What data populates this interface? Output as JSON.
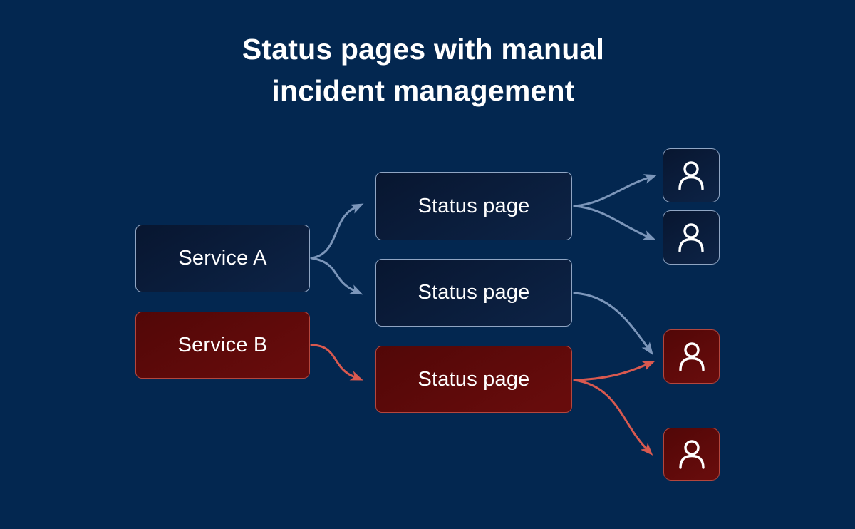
{
  "title": {
    "line1": "Status pages with manual",
    "line2": "incident management"
  },
  "diagram": {
    "services": [
      {
        "label": "Service A",
        "status": "operational"
      },
      {
        "label": "Service B",
        "status": "incident"
      }
    ],
    "status_pages": [
      {
        "label": "Status page",
        "status": "operational"
      },
      {
        "label": "Status page",
        "status": "operational"
      },
      {
        "label": "Status page",
        "status": "incident"
      }
    ],
    "subscribers": [
      {
        "icon": "person-icon",
        "status": "operational"
      },
      {
        "icon": "person-icon",
        "status": "operational"
      },
      {
        "icon": "person-icon",
        "status": "incident"
      },
      {
        "icon": "person-icon",
        "status": "incident"
      }
    ],
    "connections": [
      {
        "from": "service-a",
        "to": "status-page-1",
        "color": "blue"
      },
      {
        "from": "service-a",
        "to": "status-page-2",
        "color": "blue"
      },
      {
        "from": "status-page-1",
        "to": "subscriber-1",
        "color": "blue"
      },
      {
        "from": "status-page-1",
        "to": "subscriber-2",
        "color": "blue"
      },
      {
        "from": "status-page-2",
        "to": "subscriber-3",
        "color": "blue"
      },
      {
        "from": "service-b",
        "to": "status-page-3",
        "color": "red"
      },
      {
        "from": "status-page-3",
        "to": "subscriber-3",
        "color": "red"
      },
      {
        "from": "status-page-3",
        "to": "subscriber-4",
        "color": "red"
      }
    ],
    "colors": {
      "background": "#032750",
      "navy_box_fill": "#0b1d39",
      "navy_box_border": "#a3b8d6",
      "red_box_fill": "#5c0909",
      "red_box_border": "#b4463d",
      "arrow_blue": "#8da6c9",
      "arrow_red": "#d9594f",
      "text": "#ffffff"
    }
  }
}
